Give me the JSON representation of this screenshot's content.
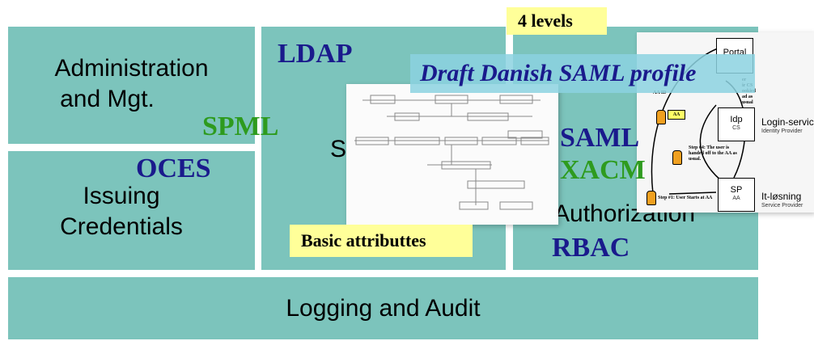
{
  "boxes": {
    "admin_line1": "Administration",
    "admin_line2": "and Mgt.",
    "issuing_line1": "Issuing",
    "issuing_line2": "Credentials",
    "center_partial": "S",
    "authorization_partial": "Authorization",
    "logging": "Logging and Audit"
  },
  "keywords": {
    "ldap": "LDAP",
    "spml": "SPML",
    "oces": "OCES",
    "saml": "SAML",
    "xacml": "XACM",
    "rbac": "RBAC"
  },
  "callouts": {
    "levels": "4 levels",
    "basic_attributes": "Basic attributtes",
    "draft_profile": "Draft Danish SAML profile"
  },
  "flow_diagram": {
    "portal": "Portal",
    "idp": "Idp",
    "idp_sub": "CS",
    "sp": "SP",
    "sp_sub": "AA",
    "login_service": "Login-service",
    "login_service_sub": "Identity Provider",
    "it_losning": "It-løsning",
    "it_losning_sub": "Service Provider",
    "note_top": "er\nir CS\nookied\nad as\nusual",
    "aa_id": "AA ID",
    "aa_tag": "AA",
    "step4": "Step #4: The user is handed off to the AA as usual.",
    "step1": "Step #1: User Starts at AA"
  },
  "colors": {
    "box_fill": "#7cc4bc",
    "keyword_navy": "#1a1a8c",
    "keyword_green": "#2e9b1e",
    "callout_yellow": "#ffff99"
  }
}
